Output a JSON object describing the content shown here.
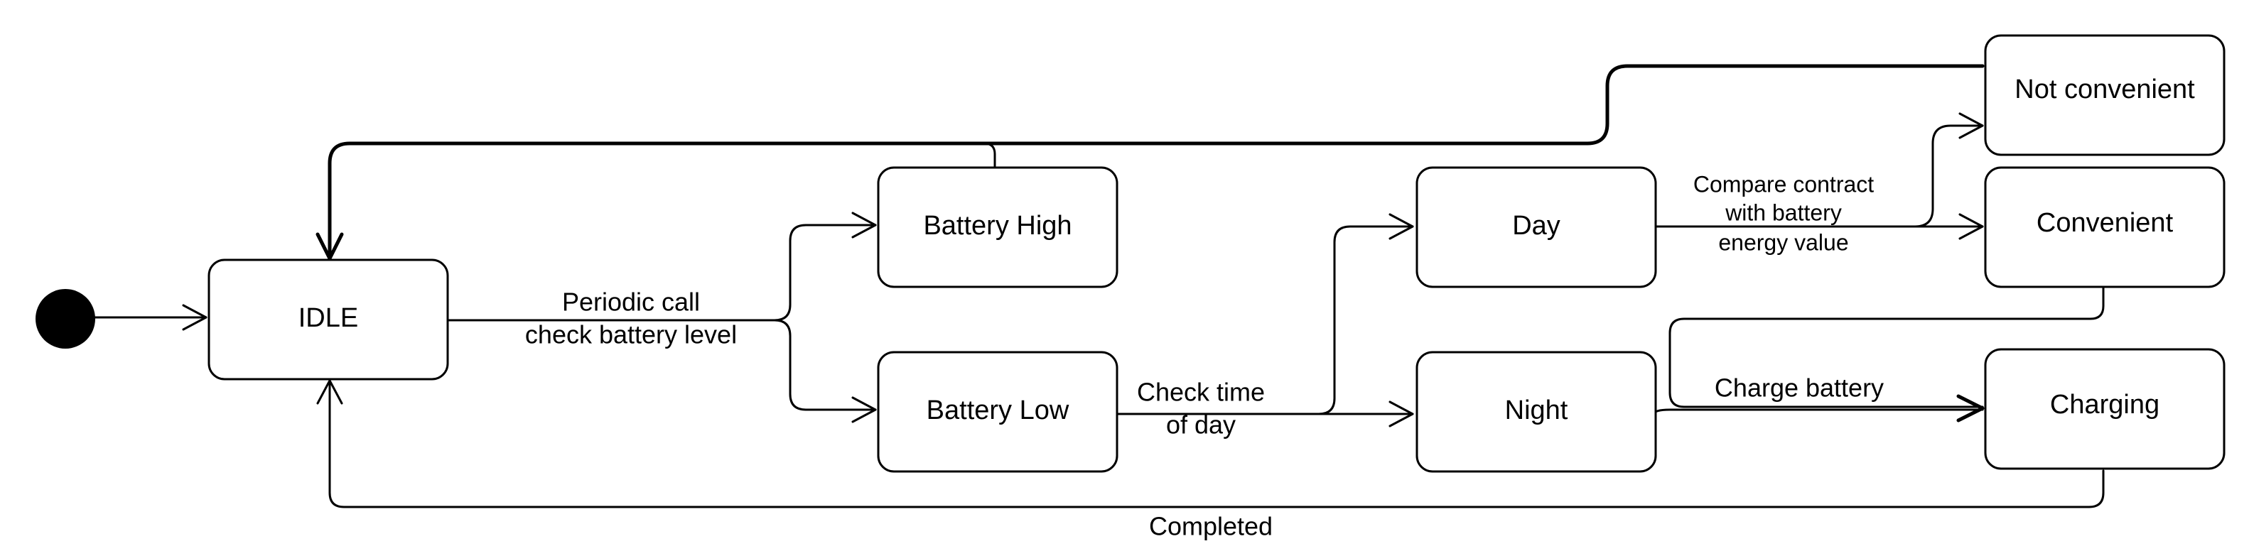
{
  "states": {
    "idle": "IDLE",
    "battery_high": "Battery High",
    "battery_low": "Battery Low",
    "day": "Day",
    "night": "Night",
    "not_convenient": "Not convenient",
    "convenient": "Convenient",
    "charging": "Charging"
  },
  "transitions": {
    "periodic_call": [
      "Periodic call",
      "check battery level"
    ],
    "check_time": [
      "Check time",
      "of day"
    ],
    "compare_contract": [
      "Compare contract",
      "with battery",
      "energy value"
    ],
    "charge_battery": "Charge battery",
    "completed": "Completed"
  }
}
